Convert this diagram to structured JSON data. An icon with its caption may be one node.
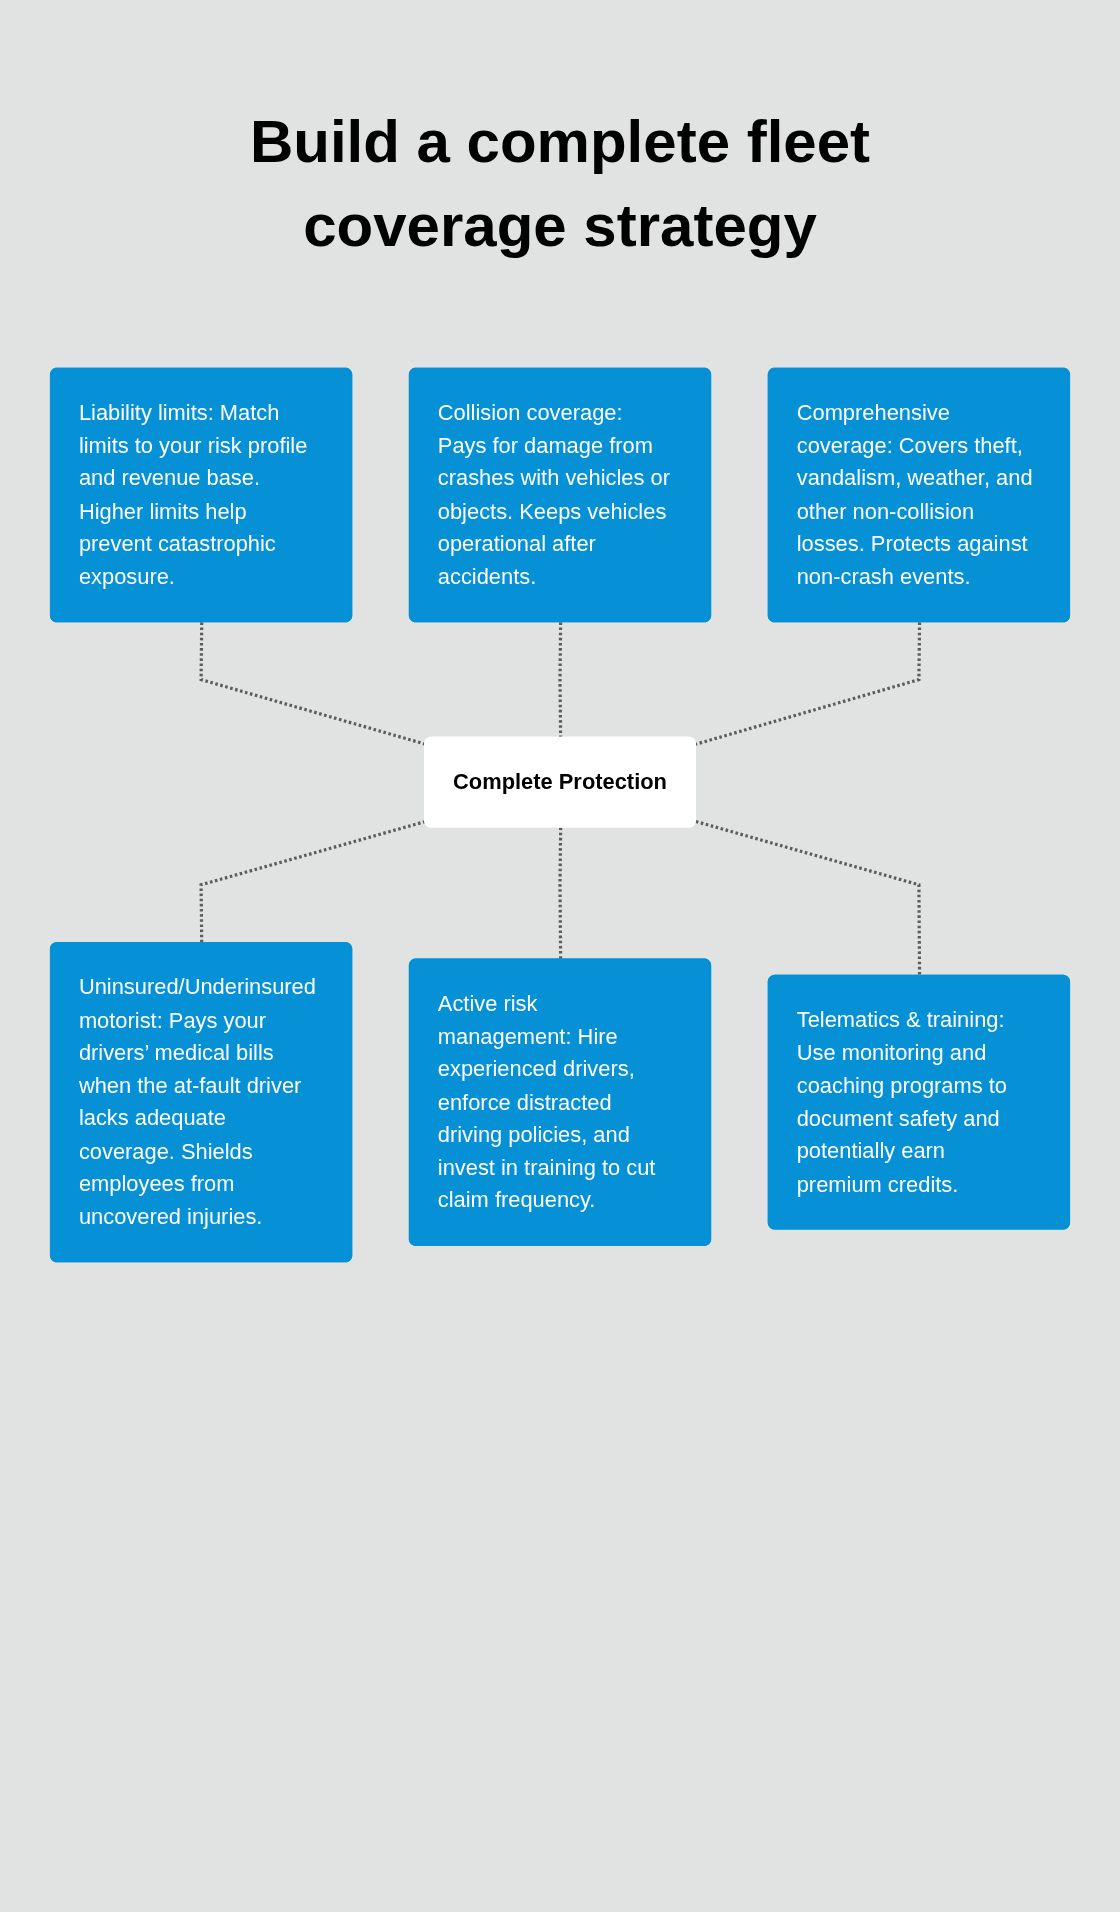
{
  "diagram": {
    "title": "Build a complete fleet coverage strategy",
    "nodes": [
      {
        "text": [
          "Liability limits: Match limits to your risk profile and revenue base. Higher limits help prevent catastrophic exposure."
        ]
      },
      {
        "text": [
          "Collision coverage: Pays for damage from crashes with vehicles or objects. Keeps vehicles operational after accidents."
        ]
      },
      {
        "text": [
          "Comprehensive coverage: Covers theft, vandalism, weather, and other non-collision losses. Protects against non-crash events."
        ]
      },
      {
        "text": [
          "Complete Protection"
        ]
      },
      {
        "text": [
          "Uninsured/Underinsured motorist: Pays your drivers’ medical bills when the at-fault driver lacks adequate coverage. Shields employees from uncovered injuries."
        ]
      },
      {
        "text": [
          "Active risk management: Hire experienced drivers, enforce distracted driving policies, and invest in training to cut claim frequency."
        ]
      },
      {
        "text": [
          "Telematics & training: Use monitoring and coaching programs to document safety and potentially earn premium credits."
        ]
      }
    ],
    "edges": [
      {
        "from": 0,
        "to": 3,
        "arrow": "none",
        "style": "dashed"
      },
      {
        "from": 1,
        "to": 3,
        "arrow": "none",
        "style": "dashed"
      },
      {
        "from": 2,
        "to": 3,
        "arrow": "none",
        "style": "dashed"
      },
      {
        "from": 3,
        "to": 4,
        "arrow": "none",
        "style": "dashed"
      },
      {
        "from": 3,
        "to": 5,
        "arrow": "none",
        "style": "dashed"
      },
      {
        "from": 3,
        "to": 6,
        "arrow": "none",
        "style": "dashed"
      }
    ]
  }
}
